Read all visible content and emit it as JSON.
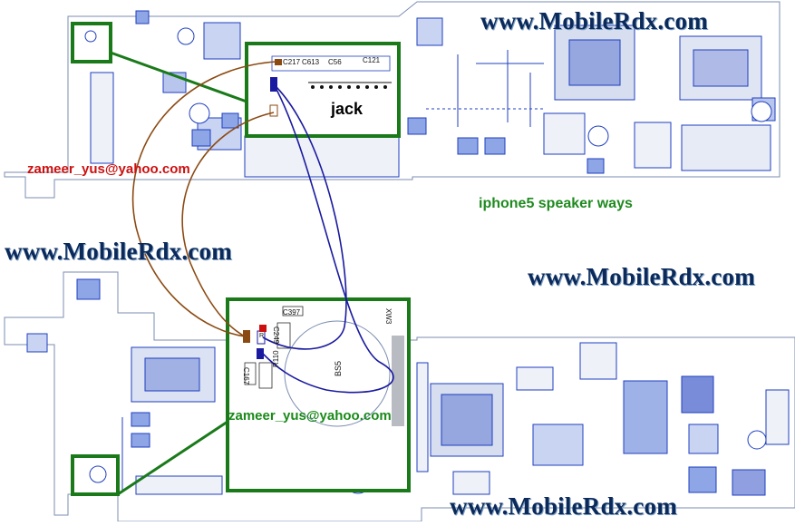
{
  "watermarks": {
    "top_right": "www.MobileRdx.com",
    "left_middle": "www.MobileRdx.com",
    "right_middle": "www.MobileRdx.com",
    "bottom_right": "www.MobileRdx.com"
  },
  "emails": {
    "top_left": "zameer_yus@yahoo.com",
    "bottom_center": "zameer_yus@yahoo.com"
  },
  "caption": "iphone5 speaker ways",
  "jack_label": "jack",
  "component_labels": {
    "c217": "C217",
    "c613": "C613",
    "c56": "C56",
    "c121": "C121",
    "c397": "C397",
    "c249": "C249",
    "r110": "R110",
    "c167": "C167",
    "bs5": "BS5",
    "xw3": "XW3",
    "r": "R"
  },
  "colors": {
    "watermark": "#0b2a5a",
    "email": "#cc1010",
    "email_bottom": "#1a8a1a",
    "caption": "#1f8a1f",
    "highlight_box": "#1a7a1a",
    "wire_brown": "#8b4a12",
    "wire_blue": "#1a1aa0",
    "board_component": "#1f3fbf"
  }
}
